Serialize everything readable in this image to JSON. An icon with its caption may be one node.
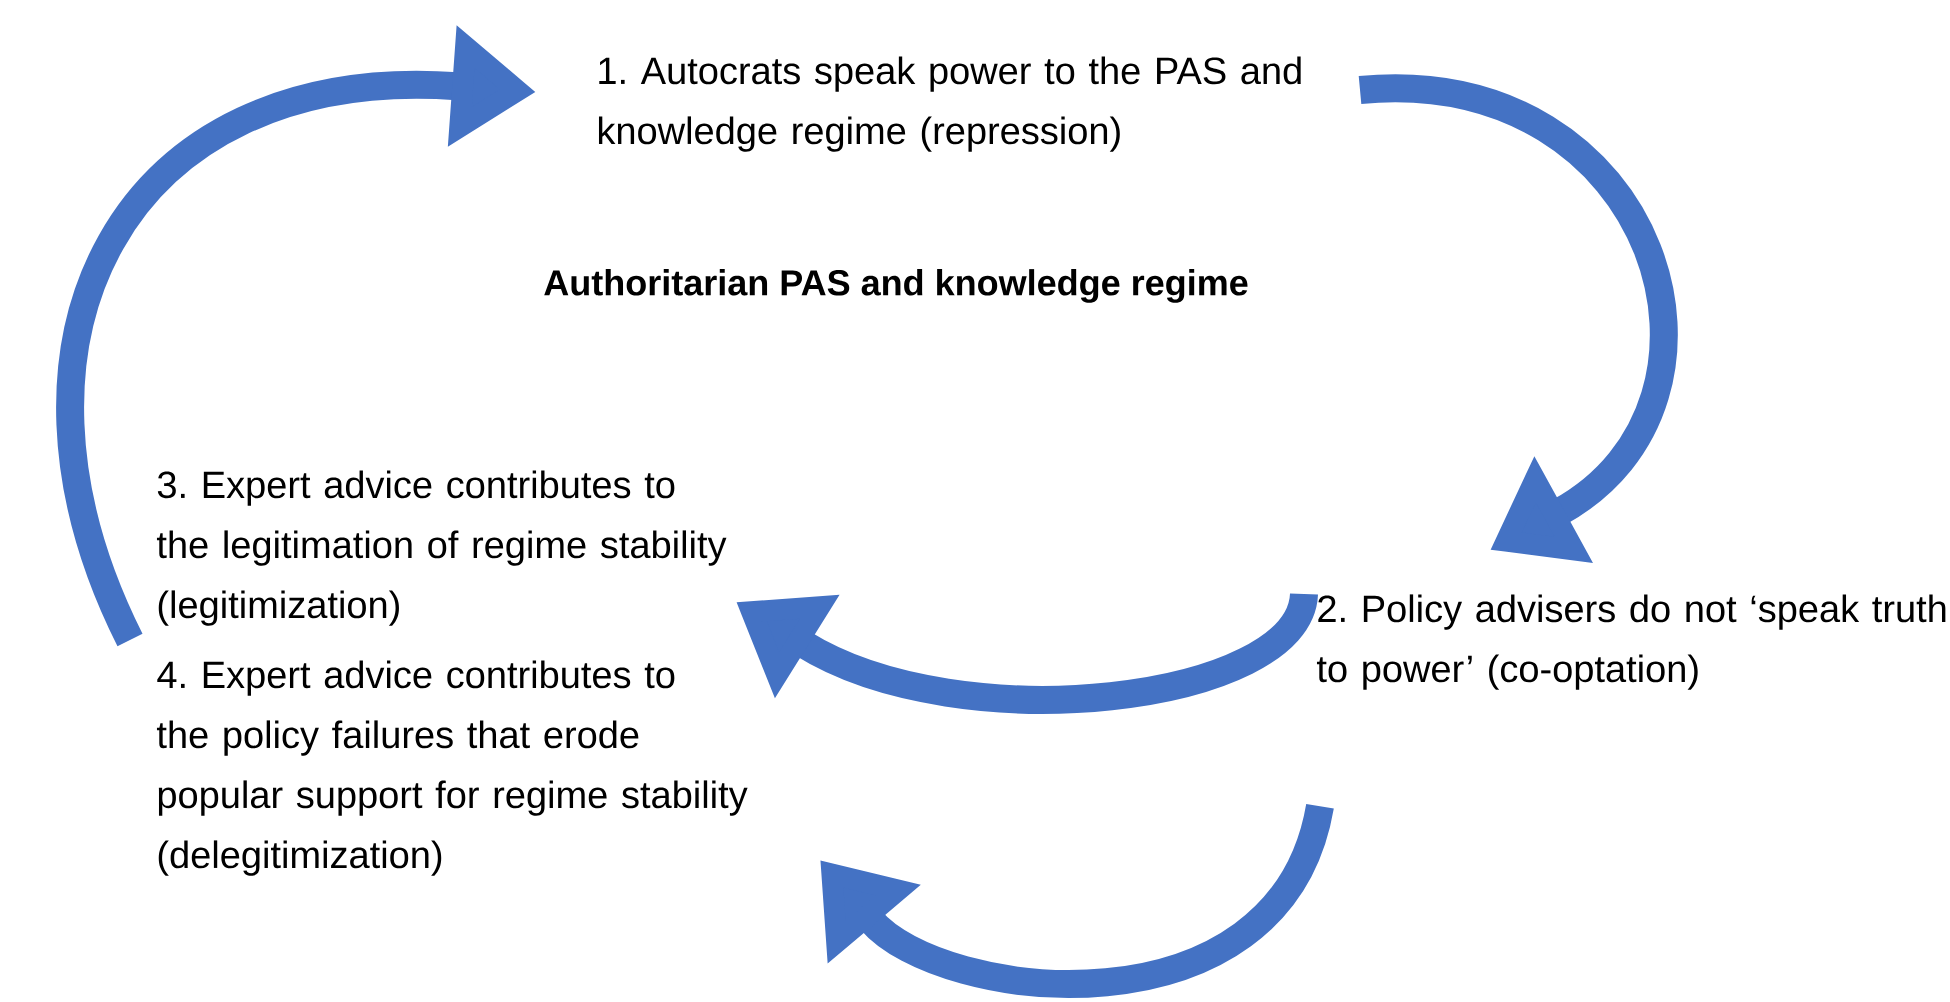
{
  "diagram": {
    "title": "Authoritarian PAS and knowledge regime",
    "nodes": [
      {
        "text": [
          "1. Autocrats speak power to the PAS and knowledge regime (repression)"
        ]
      },
      {
        "text": [
          "2. Policy advisers do not ‘speak truth to power’ (co-optation)"
        ]
      },
      {
        "text": [
          "3. Expert advice contributes to the legitimation of regime stability (legitimization)"
        ]
      },
      {
        "text": [
          "4. Expert advice contributes to the policy failures that erode popular support for regime stability (delegitimization)"
        ]
      }
    ],
    "edges": [
      {
        "from": 2,
        "to": 0,
        "arrow": "to"
      },
      {
        "from": 0,
        "to": 1,
        "arrow": "to"
      },
      {
        "from": 1,
        "to": 2,
        "arrow": "to"
      },
      {
        "from": 1,
        "to": 3,
        "arrow": "to"
      }
    ]
  }
}
